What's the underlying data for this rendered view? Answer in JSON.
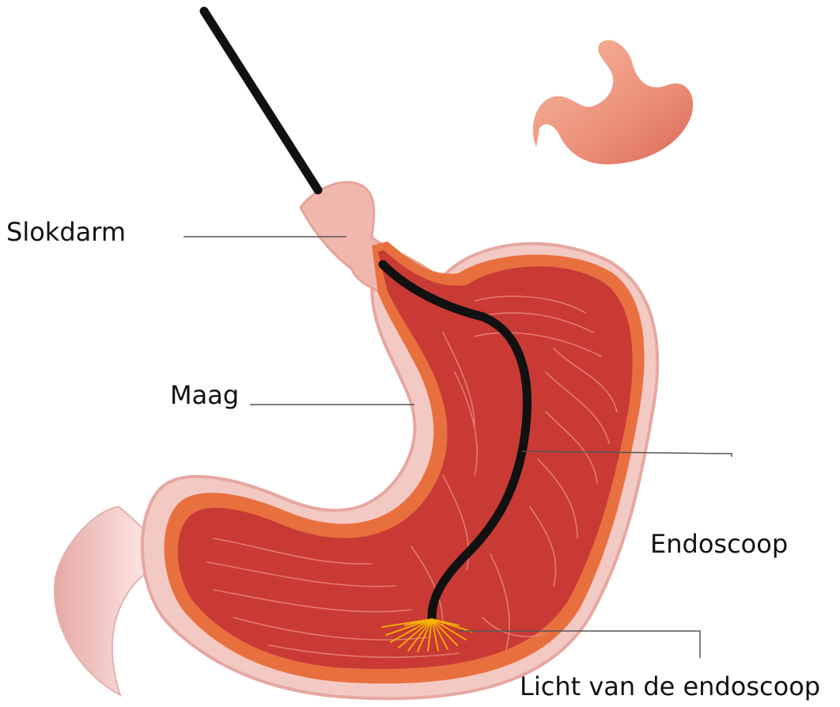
{
  "labels": {
    "esophagus": "Slokdarm",
    "stomach": "Maag",
    "endoscope": "Endoscoop",
    "light": "Licht van de endoscoop"
  },
  "colors": {
    "stomach_interior": "#c93a35",
    "stomach_wall": "#e8703f",
    "outer_tissue": "#f3c9c3",
    "esophagus": "#f0b7ae",
    "endoscope": "#111111",
    "light_rays": "#f5b400",
    "leader_lines": "#555555"
  }
}
